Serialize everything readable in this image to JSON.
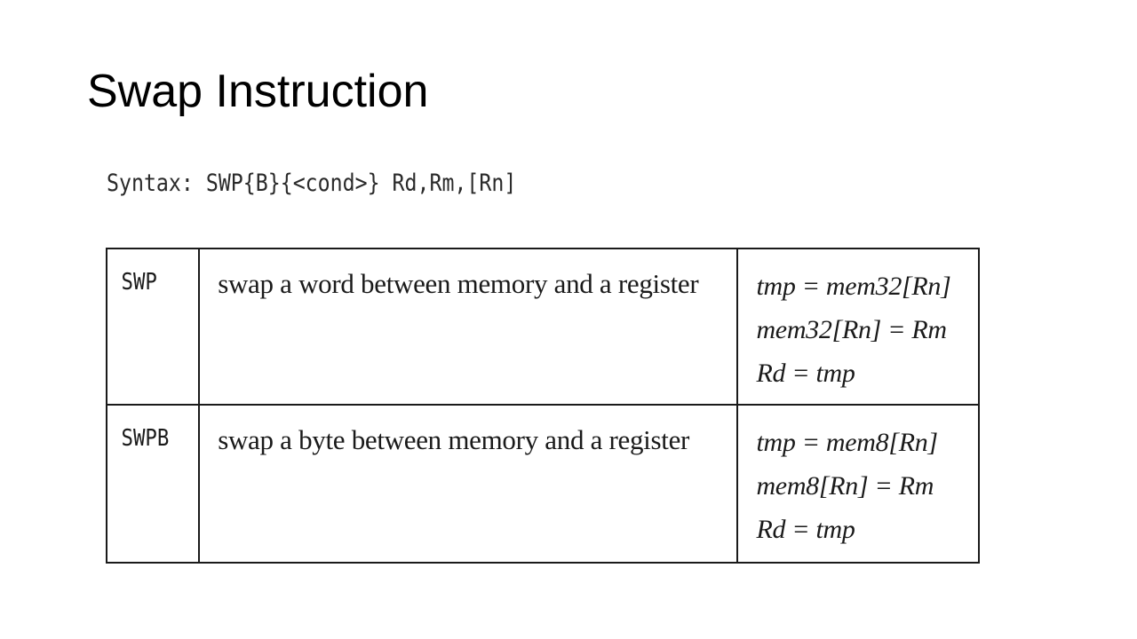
{
  "slide": {
    "title": "Swap Instruction",
    "syntax": "Syntax: SWP{B}{<cond>} Rd,Rm,[Rn]"
  },
  "table": {
    "rows": [
      {
        "mnemonic": "SWP",
        "description": "swap a word between memory and a register",
        "operation": [
          "tmp = mem32[Rn]",
          "mem32[Rn] = Rm",
          "Rd = tmp"
        ]
      },
      {
        "mnemonic": "SWPB",
        "description": "swap a byte between memory and a register",
        "operation": [
          "tmp = mem8[Rn]",
          "mem8[Rn] = Rm",
          "Rd = tmp"
        ]
      }
    ]
  }
}
